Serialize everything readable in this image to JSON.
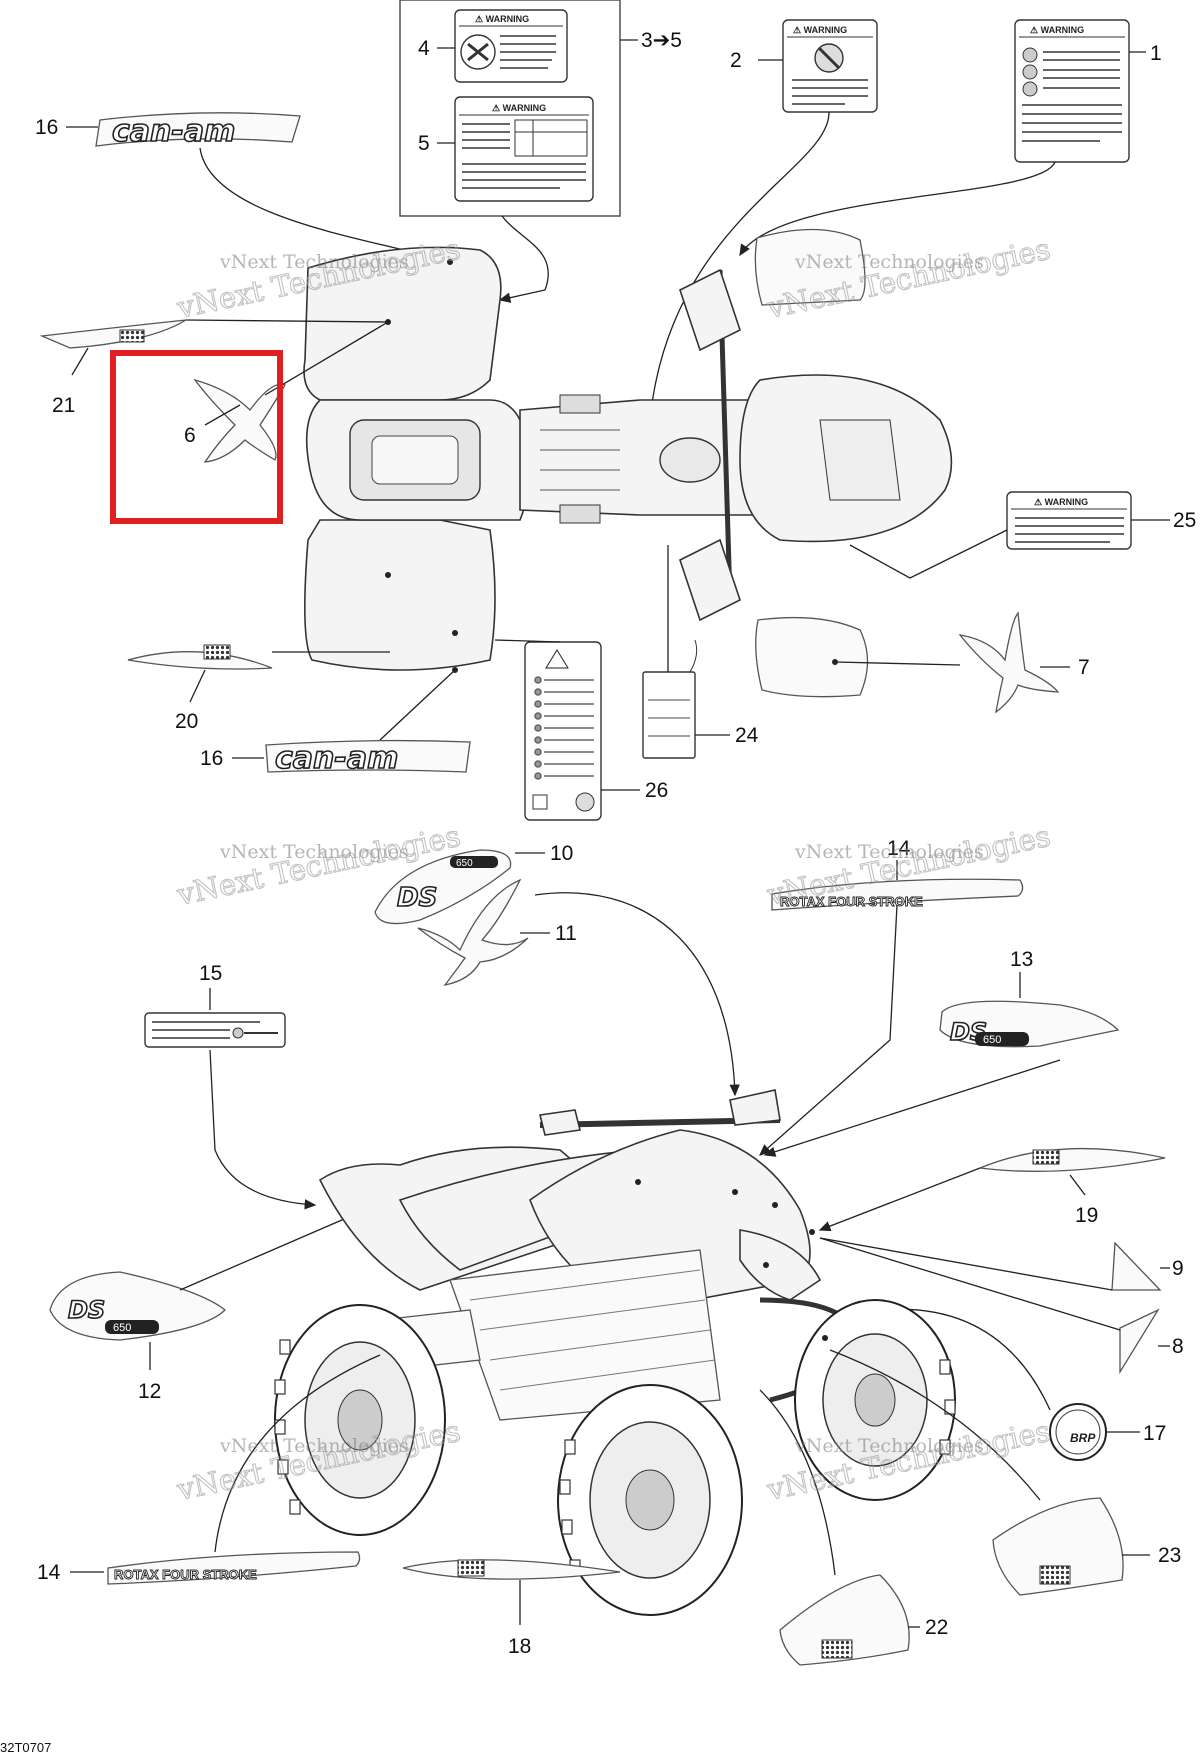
{
  "callouts": {
    "c1": "1",
    "c2": "2",
    "c3to5": "3➔5",
    "c4": "4",
    "c5": "5",
    "c6": "6",
    "c7": "7",
    "c8": "8",
    "c9": "9",
    "c10": "10",
    "c11": "11",
    "c12": "12",
    "c13": "13",
    "c14a": "14",
    "c14b": "14",
    "c15": "15",
    "c16a": "16",
    "c16b": "16",
    "c17": "17",
    "c18": "18",
    "c19": "19",
    "c20": "20",
    "c21": "21",
    "c22": "22",
    "c23": "23",
    "c24": "24",
    "c25": "25",
    "c26": "26"
  },
  "labels": {
    "warning": "⚠ WARNING",
    "brand_canam": "can-am",
    "brand_rotax": "ROTAX FOUR STROKE",
    "brand_brp": "BRP",
    "model_ds": "DS",
    "model_650": "650"
  },
  "watermark": {
    "line1": "vNext Technologies",
    "line2": "vNext Technologies"
  },
  "document_id": "32T0707",
  "colors": {
    "highlight": "#e02020",
    "linework": "#333333",
    "background": "#ffffff"
  }
}
